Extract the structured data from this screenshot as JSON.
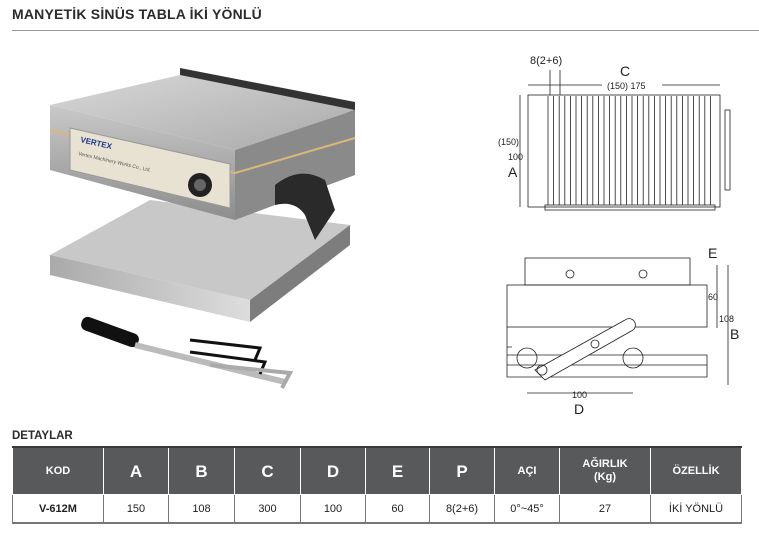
{
  "page": {
    "title": "MANYETİK SİNÜS TABLA İKİ YÖNLÜ",
    "details_heading": "DETAYLAR"
  },
  "product_photo": {
    "brand_label": "VERTEX",
    "plate_text": "Vertex Machinery Works Co., Ltd."
  },
  "diagram": {
    "labels": {
      "pitch": "8(2+6)",
      "C": "C",
      "C_dims": "(150) 175",
      "A_paren": "(150)",
      "A_val": "100",
      "A": "A",
      "E": "E",
      "E_val": "60",
      "B_val": "108",
      "B": "B",
      "D_val": "100",
      "D": "D"
    }
  },
  "table": {
    "headers": [
      "KOD",
      "A",
      "B",
      "C",
      "D",
      "E",
      "P",
      "AÇI",
      "AĞIRLIK (Kg)",
      "ÖZELLİK"
    ],
    "rows": [
      [
        "V-612M",
        "150",
        "108",
        "300",
        "100",
        "60",
        "8(2+6)",
        "0°~45°",
        "27",
        "İKİ YÖNLÜ"
      ]
    ]
  }
}
